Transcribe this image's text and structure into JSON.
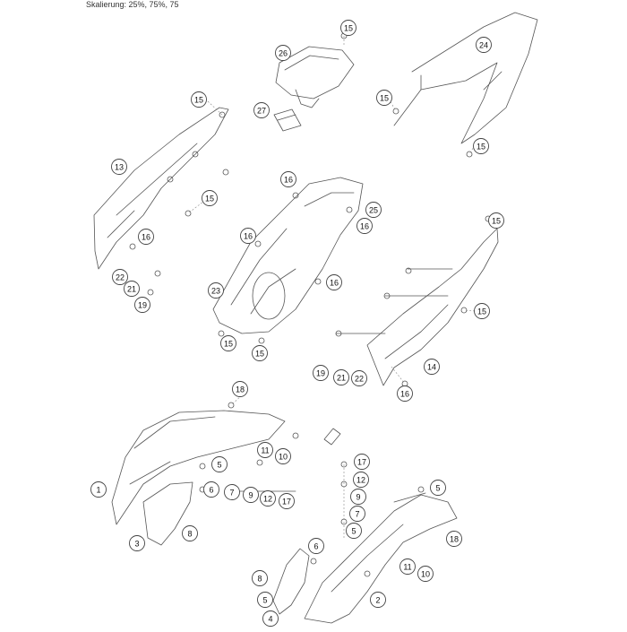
{
  "header": {
    "scaling_note": "Skalierung: 25%, 75%, 75"
  },
  "callouts": [
    {
      "id": "c-15-a",
      "label": "15"
    },
    {
      "id": "c-26",
      "label": "26"
    },
    {
      "id": "c-27",
      "label": "27"
    },
    {
      "id": "c-24",
      "label": "24"
    },
    {
      "id": "c-15-b",
      "label": "15"
    },
    {
      "id": "c-15-c",
      "label": "15"
    },
    {
      "id": "c-15-d",
      "label": "15"
    },
    {
      "id": "c-13",
      "label": "13"
    },
    {
      "id": "c-15-e",
      "label": "15"
    },
    {
      "id": "c-16-a",
      "label": "16"
    },
    {
      "id": "c-22-a",
      "label": "22"
    },
    {
      "id": "c-21-a",
      "label": "21"
    },
    {
      "id": "c-19-a",
      "label": "19"
    },
    {
      "id": "c-16-b",
      "label": "16"
    },
    {
      "id": "c-25",
      "label": "25"
    },
    {
      "id": "c-16-c",
      "label": "16"
    },
    {
      "id": "c-16-d",
      "label": "16"
    },
    {
      "id": "c-16-e",
      "label": "16"
    },
    {
      "id": "c-23",
      "label": "23"
    },
    {
      "id": "c-15-f",
      "label": "15"
    },
    {
      "id": "c-15-g",
      "label": "15"
    },
    {
      "id": "c-15-h",
      "label": "15"
    },
    {
      "id": "c-15-i",
      "label": "15"
    },
    {
      "id": "c-14",
      "label": "14"
    },
    {
      "id": "c-19-b",
      "label": "19"
    },
    {
      "id": "c-21-b",
      "label": "21"
    },
    {
      "id": "c-22-b",
      "label": "22"
    },
    {
      "id": "c-16-f",
      "label": "16"
    },
    {
      "id": "c-18-a",
      "label": "18"
    },
    {
      "id": "c-11-a",
      "label": "11"
    },
    {
      "id": "c-10-a",
      "label": "10"
    },
    {
      "id": "c-5-a",
      "label": "5"
    },
    {
      "id": "c-1",
      "label": "1"
    },
    {
      "id": "c-6-a",
      "label": "6"
    },
    {
      "id": "c-7-a",
      "label": "7"
    },
    {
      "id": "c-9-a",
      "label": "9"
    },
    {
      "id": "c-12-a",
      "label": "12"
    },
    {
      "id": "c-17-a",
      "label": "17"
    },
    {
      "id": "c-8-a",
      "label": "8"
    },
    {
      "id": "c-3",
      "label": "3"
    },
    {
      "id": "c-17-b",
      "label": "17"
    },
    {
      "id": "c-12-b",
      "label": "12"
    },
    {
      "id": "c-9-b",
      "label": "9"
    },
    {
      "id": "c-7-b",
      "label": "7"
    },
    {
      "id": "c-5-b",
      "label": "5"
    },
    {
      "id": "c-5-c",
      "label": "5"
    },
    {
      "id": "c-18-b",
      "label": "18"
    },
    {
      "id": "c-6-b",
      "label": "6"
    },
    {
      "id": "c-11-b",
      "label": "11"
    },
    {
      "id": "c-10-b",
      "label": "10"
    },
    {
      "id": "c-8-b",
      "label": "8"
    },
    {
      "id": "c-5-d",
      "label": "5"
    },
    {
      "id": "c-2",
      "label": "2"
    },
    {
      "id": "c-4",
      "label": "4"
    }
  ]
}
